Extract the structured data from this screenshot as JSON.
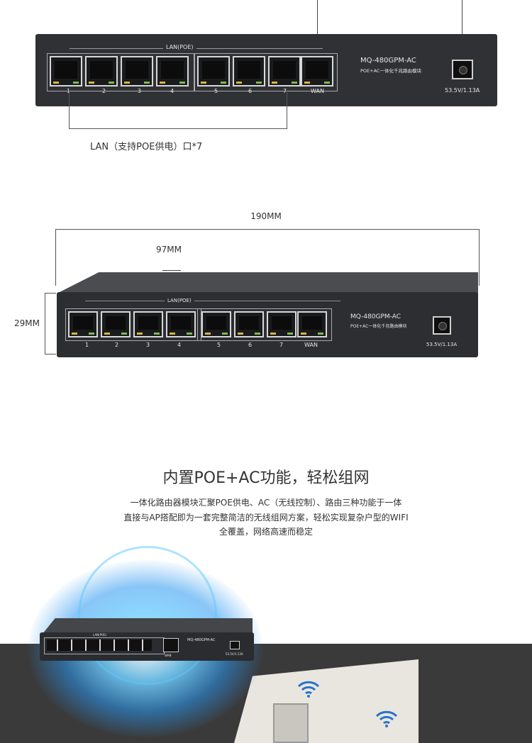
{
  "top_panel": {
    "model": "MQ-480GPM-AC",
    "subtitle": "POE+AC一体化千兆路由模块",
    "group_label": "LAN(POE)",
    "port_numbers": [
      "1",
      "2",
      "3",
      "4",
      "5",
      "6",
      "7"
    ],
    "wan_label": "WAN",
    "power_rating": "53.5V/1.13A"
  },
  "lan_annotation": "LAN（支持POE供电）口*7",
  "dimensions": {
    "width_label": "190MM",
    "depth_label": "97MM",
    "height_label": "29MM"
  },
  "side_device": {
    "model": "MQ-480GPM-AC",
    "subtitle": "POE+AC一体化千兆路由模块",
    "group_label": "LAN(POE)",
    "port_numbers": [
      "1",
      "2",
      "3",
      "4",
      "5",
      "6",
      "7"
    ],
    "wan_label": "WAN",
    "power_rating": "53.5V/1.13A"
  },
  "feature": {
    "title": "内置POE+AC功能，轻松组网",
    "lines": [
      "一体化路由器模块汇聚POE供电、AC（无线控制）、路由三种功能于一体",
      "直接与AP搭配即为一套完整简洁的无线组网方案，轻松实现复杂户型的WIFI",
      "全覆盖，网络高速而稳定"
    ]
  },
  "small_device": {
    "model": "MQ-480GPM-AC",
    "group_label": "LAN(POE)",
    "wan_label": "WAN",
    "power_rating": "53.5V/1.13A"
  },
  "colors": {
    "panel": "#2f3135",
    "glow": "#3fb6ff",
    "band": "#3a3a3a"
  }
}
